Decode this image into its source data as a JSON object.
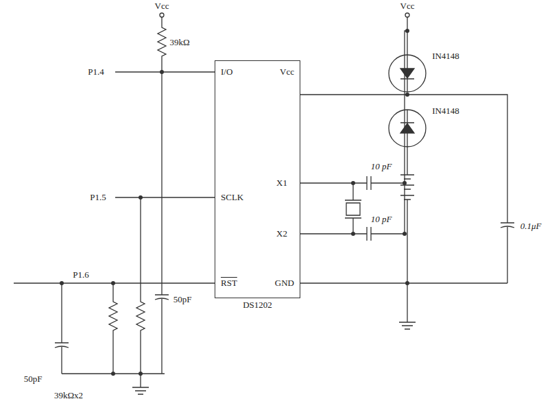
{
  "diagram": {
    "nodes": [
      {
        "text": [
          "I/O",
          "SCLK",
          "RST",
          "Vcc",
          "X1",
          "X2",
          "GND",
          "DS1202"
        ]
      }
    ],
    "labels": [
      "Vcc",
      "39kΩ",
      "P1.4",
      "P1.5",
      "P1.6",
      "50pF",
      "39kΩx2",
      "50pF",
      "10 pF",
      "10 pF",
      "Vcc",
      "IN4148",
      "IN4148",
      "0.1μF"
    ]
  }
}
